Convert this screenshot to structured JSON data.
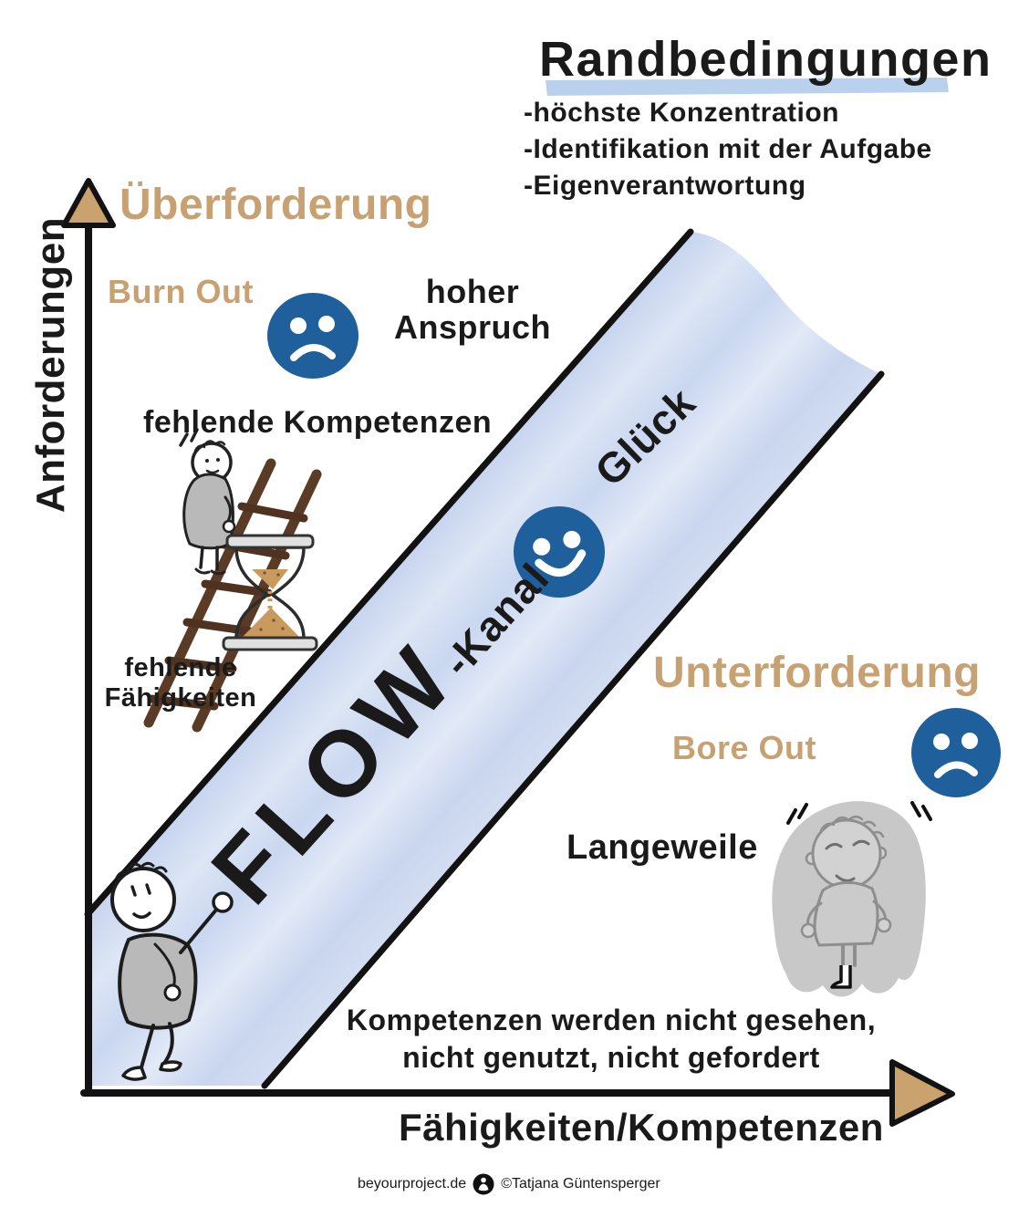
{
  "colors": {
    "ink": "#1a1a1a",
    "tan": "#c7a172",
    "smiley_blue": "#1f5f9c",
    "channel_blue": "#ccd9ef"
  },
  "randbedingungen": {
    "title": "Randbedingungen",
    "items": [
      "-höchste Konzentration",
      "-Identifikation mit der Aufgabe",
      "-Eigenverantwortung"
    ]
  },
  "axes": {
    "y_label": "Anforderungen",
    "x_label": "Fähigkeiten/Kompetenzen"
  },
  "overload": {
    "title": "Überforderung",
    "burnout": "Burn Out",
    "demand_lines": [
      "hoher",
      "Anspruch"
    ],
    "missing_competencies": "fehlende Kompetenzen",
    "missing_skills_lines": [
      "fehlende",
      "Fähigkeiten"
    ]
  },
  "flow": {
    "word": "FLOW",
    "suffix": "-Kanal",
    "happiness": "Glück"
  },
  "underload": {
    "title": "Unterforderung",
    "boreout": "Bore Out",
    "boredom": "Langeweile",
    "caption_lines": [
      "Kompetenzen werden nicht gesehen,",
      "nicht genutzt, nicht gefordert"
    ]
  },
  "footer": {
    "website": "beyourproject.de",
    "copyright": "©Tatjana Güntensperger"
  }
}
